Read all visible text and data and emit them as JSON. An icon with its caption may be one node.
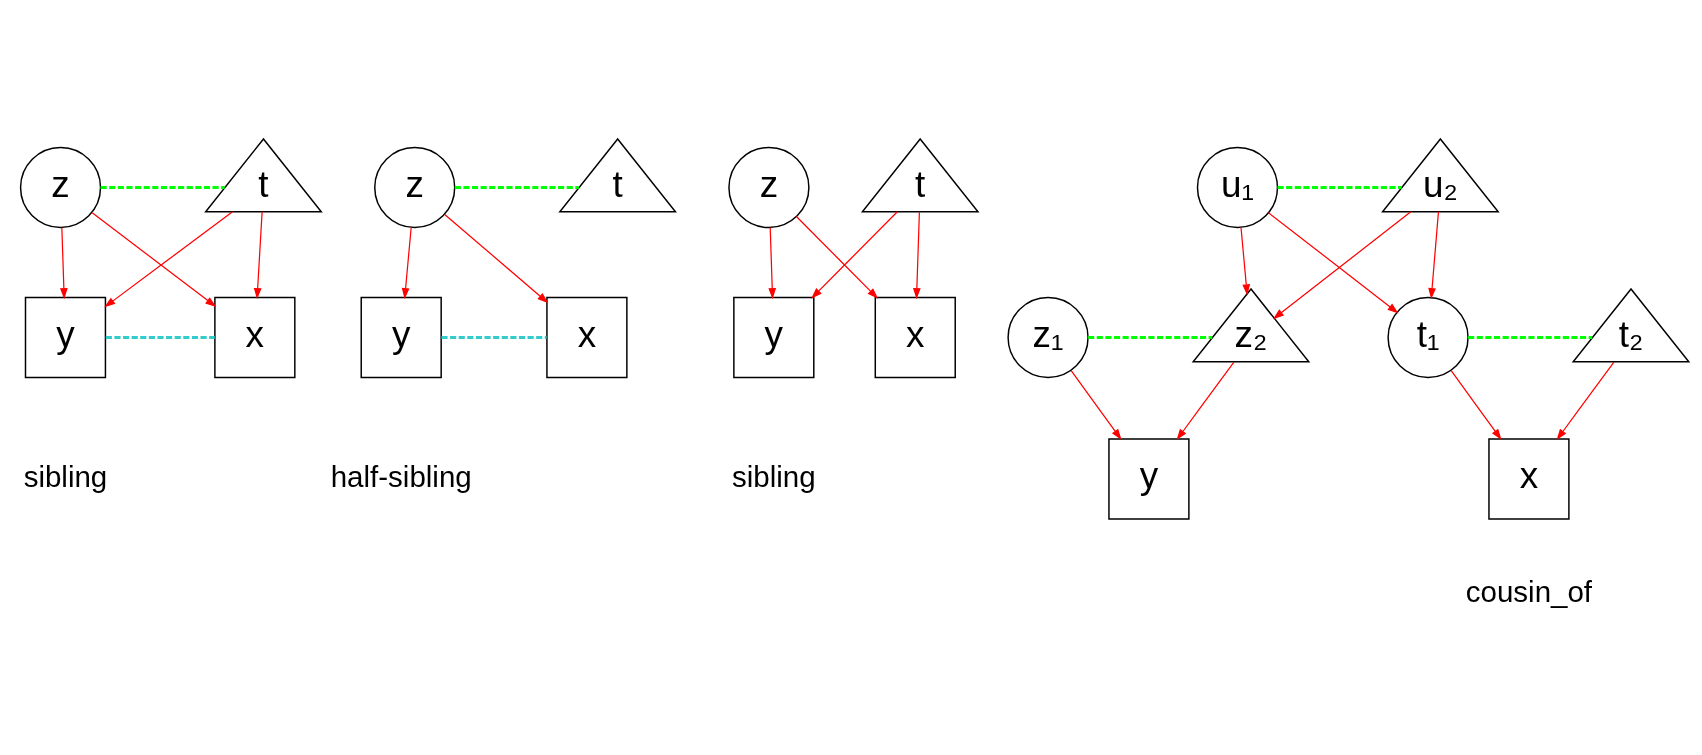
{
  "diagram": {
    "nodes": [
      {
        "text": [
          "z"
        ]
      },
      {
        "text": [
          "t"
        ]
      },
      {
        "text": [
          "y"
        ]
      },
      {
        "text": [
          "x"
        ]
      },
      {
        "text": [
          "z"
        ]
      },
      {
        "text": [
          "t"
        ]
      },
      {
        "text": [
          "y"
        ]
      },
      {
        "text": [
          "x"
        ]
      },
      {
        "text": [
          "z"
        ]
      },
      {
        "text": [
          "t"
        ]
      },
      {
        "text": [
          "y"
        ]
      },
      {
        "text": [
          "x"
        ]
      },
      {
        "text": [
          "u₁"
        ]
      },
      {
        "text": [
          "u₂"
        ]
      },
      {
        "text": [
          "z₁"
        ]
      },
      {
        "text": [
          "z₂"
        ]
      },
      {
        "text": [
          "t₁"
        ]
      },
      {
        "text": [
          "t₂"
        ]
      },
      {
        "text": [
          "y"
        ]
      },
      {
        "text": [
          "x"
        ]
      }
    ],
    "edges": [
      {
        "from": 0,
        "to": 1,
        "arrow": "none",
        "style": "dashed",
        "color": "#00ff00"
      },
      {
        "from": 0,
        "to": 2,
        "arrow": "to"
      },
      {
        "from": 0,
        "to": 3,
        "arrow": "to"
      },
      {
        "from": 1,
        "to": 2,
        "arrow": "to"
      },
      {
        "from": 1,
        "to": 3,
        "arrow": "to"
      },
      {
        "from": 2,
        "to": 3,
        "arrow": "none",
        "style": "dashed",
        "color": "#33cccc"
      },
      {
        "from": 4,
        "to": 5,
        "arrow": "none",
        "style": "dashed",
        "color": "#00ff00"
      },
      {
        "from": 4,
        "to": 6,
        "arrow": "to"
      },
      {
        "from": 4,
        "to": 7,
        "arrow": "to"
      },
      {
        "from": 6,
        "to": 7,
        "arrow": "none",
        "style": "dashed",
        "color": "#33cccc"
      },
      {
        "from": 8,
        "to": 10,
        "arrow": "to"
      },
      {
        "from": 8,
        "to": 11,
        "arrow": "to"
      },
      {
        "from": 9,
        "to": 10,
        "arrow": "to"
      },
      {
        "from": 9,
        "to": 11,
        "arrow": "to"
      },
      {
        "from": 12,
        "to": 13,
        "arrow": "none",
        "style": "dashed",
        "color": "#00ff00"
      },
      {
        "from": 12,
        "to": 15,
        "arrow": "to"
      },
      {
        "from": 12,
        "to": 16,
        "arrow": "to"
      },
      {
        "from": 13,
        "to": 15,
        "arrow": "to"
      },
      {
        "from": 13,
        "to": 16,
        "arrow": "to"
      },
      {
        "from": 14,
        "to": 15,
        "arrow": "none",
        "style": "dashed",
        "color": "#00ff00"
      },
      {
        "from": 16,
        "to": 17,
        "arrow": "none",
        "style": "dashed",
        "color": "#00ff00"
      },
      {
        "from": 14,
        "to": 18,
        "arrow": "to"
      },
      {
        "from": 15,
        "to": 18,
        "arrow": "to"
      },
      {
        "from": 16,
        "to": 19,
        "arrow": "to"
      },
      {
        "from": 17,
        "to": 19,
        "arrow": "to"
      }
    ],
    "labels": [
      "sibling",
      "half-sibling",
      "sibling",
      "cousin_of"
    ]
  }
}
